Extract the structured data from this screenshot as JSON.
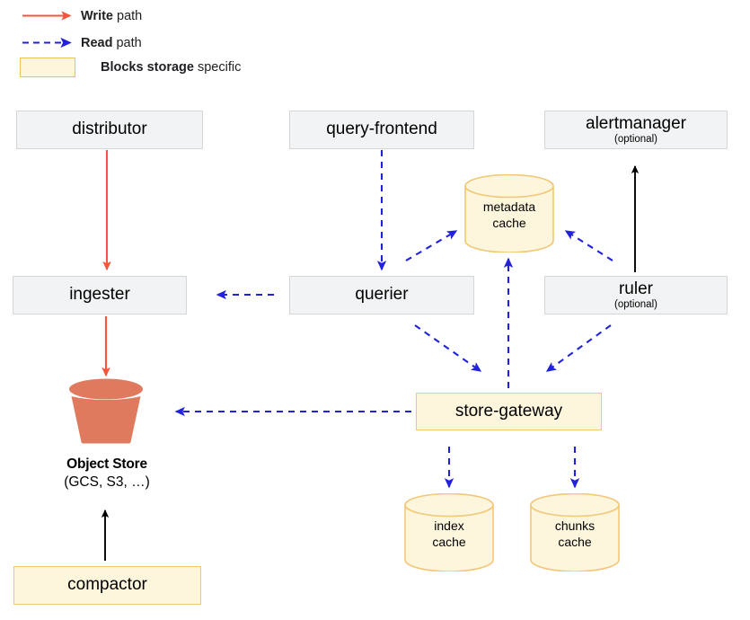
{
  "legend": {
    "items": [
      {
        "id": "write-path",
        "marker": "solid-red-arrow",
        "bold": "Write",
        "rest": " path"
      },
      {
        "id": "read-path",
        "marker": "dashed-blue-arrow",
        "bold": "Read",
        "rest": " path"
      },
      {
        "id": "blocks-storage",
        "marker": "cream-swatch",
        "bold": "Blocks storage",
        "rest": " specific"
      }
    ]
  },
  "colors": {
    "write_path": "#f4563c",
    "read_path": "#2222dd",
    "blocks_specific_fill": "#fdf6dd",
    "blocks_specific_border": "#f2c777",
    "service_fill": "#f1f3f4",
    "service_border": "#d4d6d8",
    "object_store": "#e07a5f",
    "black_arrow": "#000000"
  },
  "nodes": {
    "distributor": {
      "label": "distributor",
      "sub": ""
    },
    "query_frontend": {
      "label": "query-frontend",
      "sub": ""
    },
    "alertmanager": {
      "label": "alertmanager",
      "sub": "(optional)"
    },
    "ingester": {
      "label": "ingester",
      "sub": ""
    },
    "querier": {
      "label": "querier",
      "sub": ""
    },
    "ruler": {
      "label": "ruler",
      "sub": "(optional)"
    },
    "store_gateway": {
      "label": "store-gateway",
      "sub": ""
    },
    "compactor": {
      "label": "compactor",
      "sub": ""
    }
  },
  "caches": {
    "metadata": {
      "line1": "metadata",
      "line2": "cache"
    },
    "index": {
      "line1": "index",
      "line2": "cache"
    },
    "chunks": {
      "line1": "chunks",
      "line2": "cache"
    }
  },
  "object_store": {
    "title": "Object Store",
    "subtitle": "(GCS, S3, …)"
  },
  "edges": [
    {
      "from": "distributor",
      "to": "ingester",
      "kind": "write"
    },
    {
      "from": "ingester",
      "to": "object-store",
      "kind": "write"
    },
    {
      "from": "query-frontend",
      "to": "querier",
      "kind": "read"
    },
    {
      "from": "querier",
      "to": "ingester",
      "kind": "read"
    },
    {
      "from": "querier",
      "to": "metadata-cache",
      "kind": "read"
    },
    {
      "from": "querier",
      "to": "store-gateway",
      "kind": "read"
    },
    {
      "from": "ruler",
      "to": "metadata-cache",
      "kind": "read"
    },
    {
      "from": "ruler",
      "to": "store-gateway",
      "kind": "read"
    },
    {
      "from": "ruler",
      "to": "alertmanager",
      "kind": "plain"
    },
    {
      "from": "store-gateway",
      "to": "metadata-cache",
      "kind": "read"
    },
    {
      "from": "store-gateway",
      "to": "object-store",
      "kind": "read"
    },
    {
      "from": "store-gateway",
      "to": "index-cache",
      "kind": "read"
    },
    {
      "from": "store-gateway",
      "to": "chunks-cache",
      "kind": "read"
    },
    {
      "from": "compactor",
      "to": "object-store",
      "kind": "plain"
    }
  ]
}
